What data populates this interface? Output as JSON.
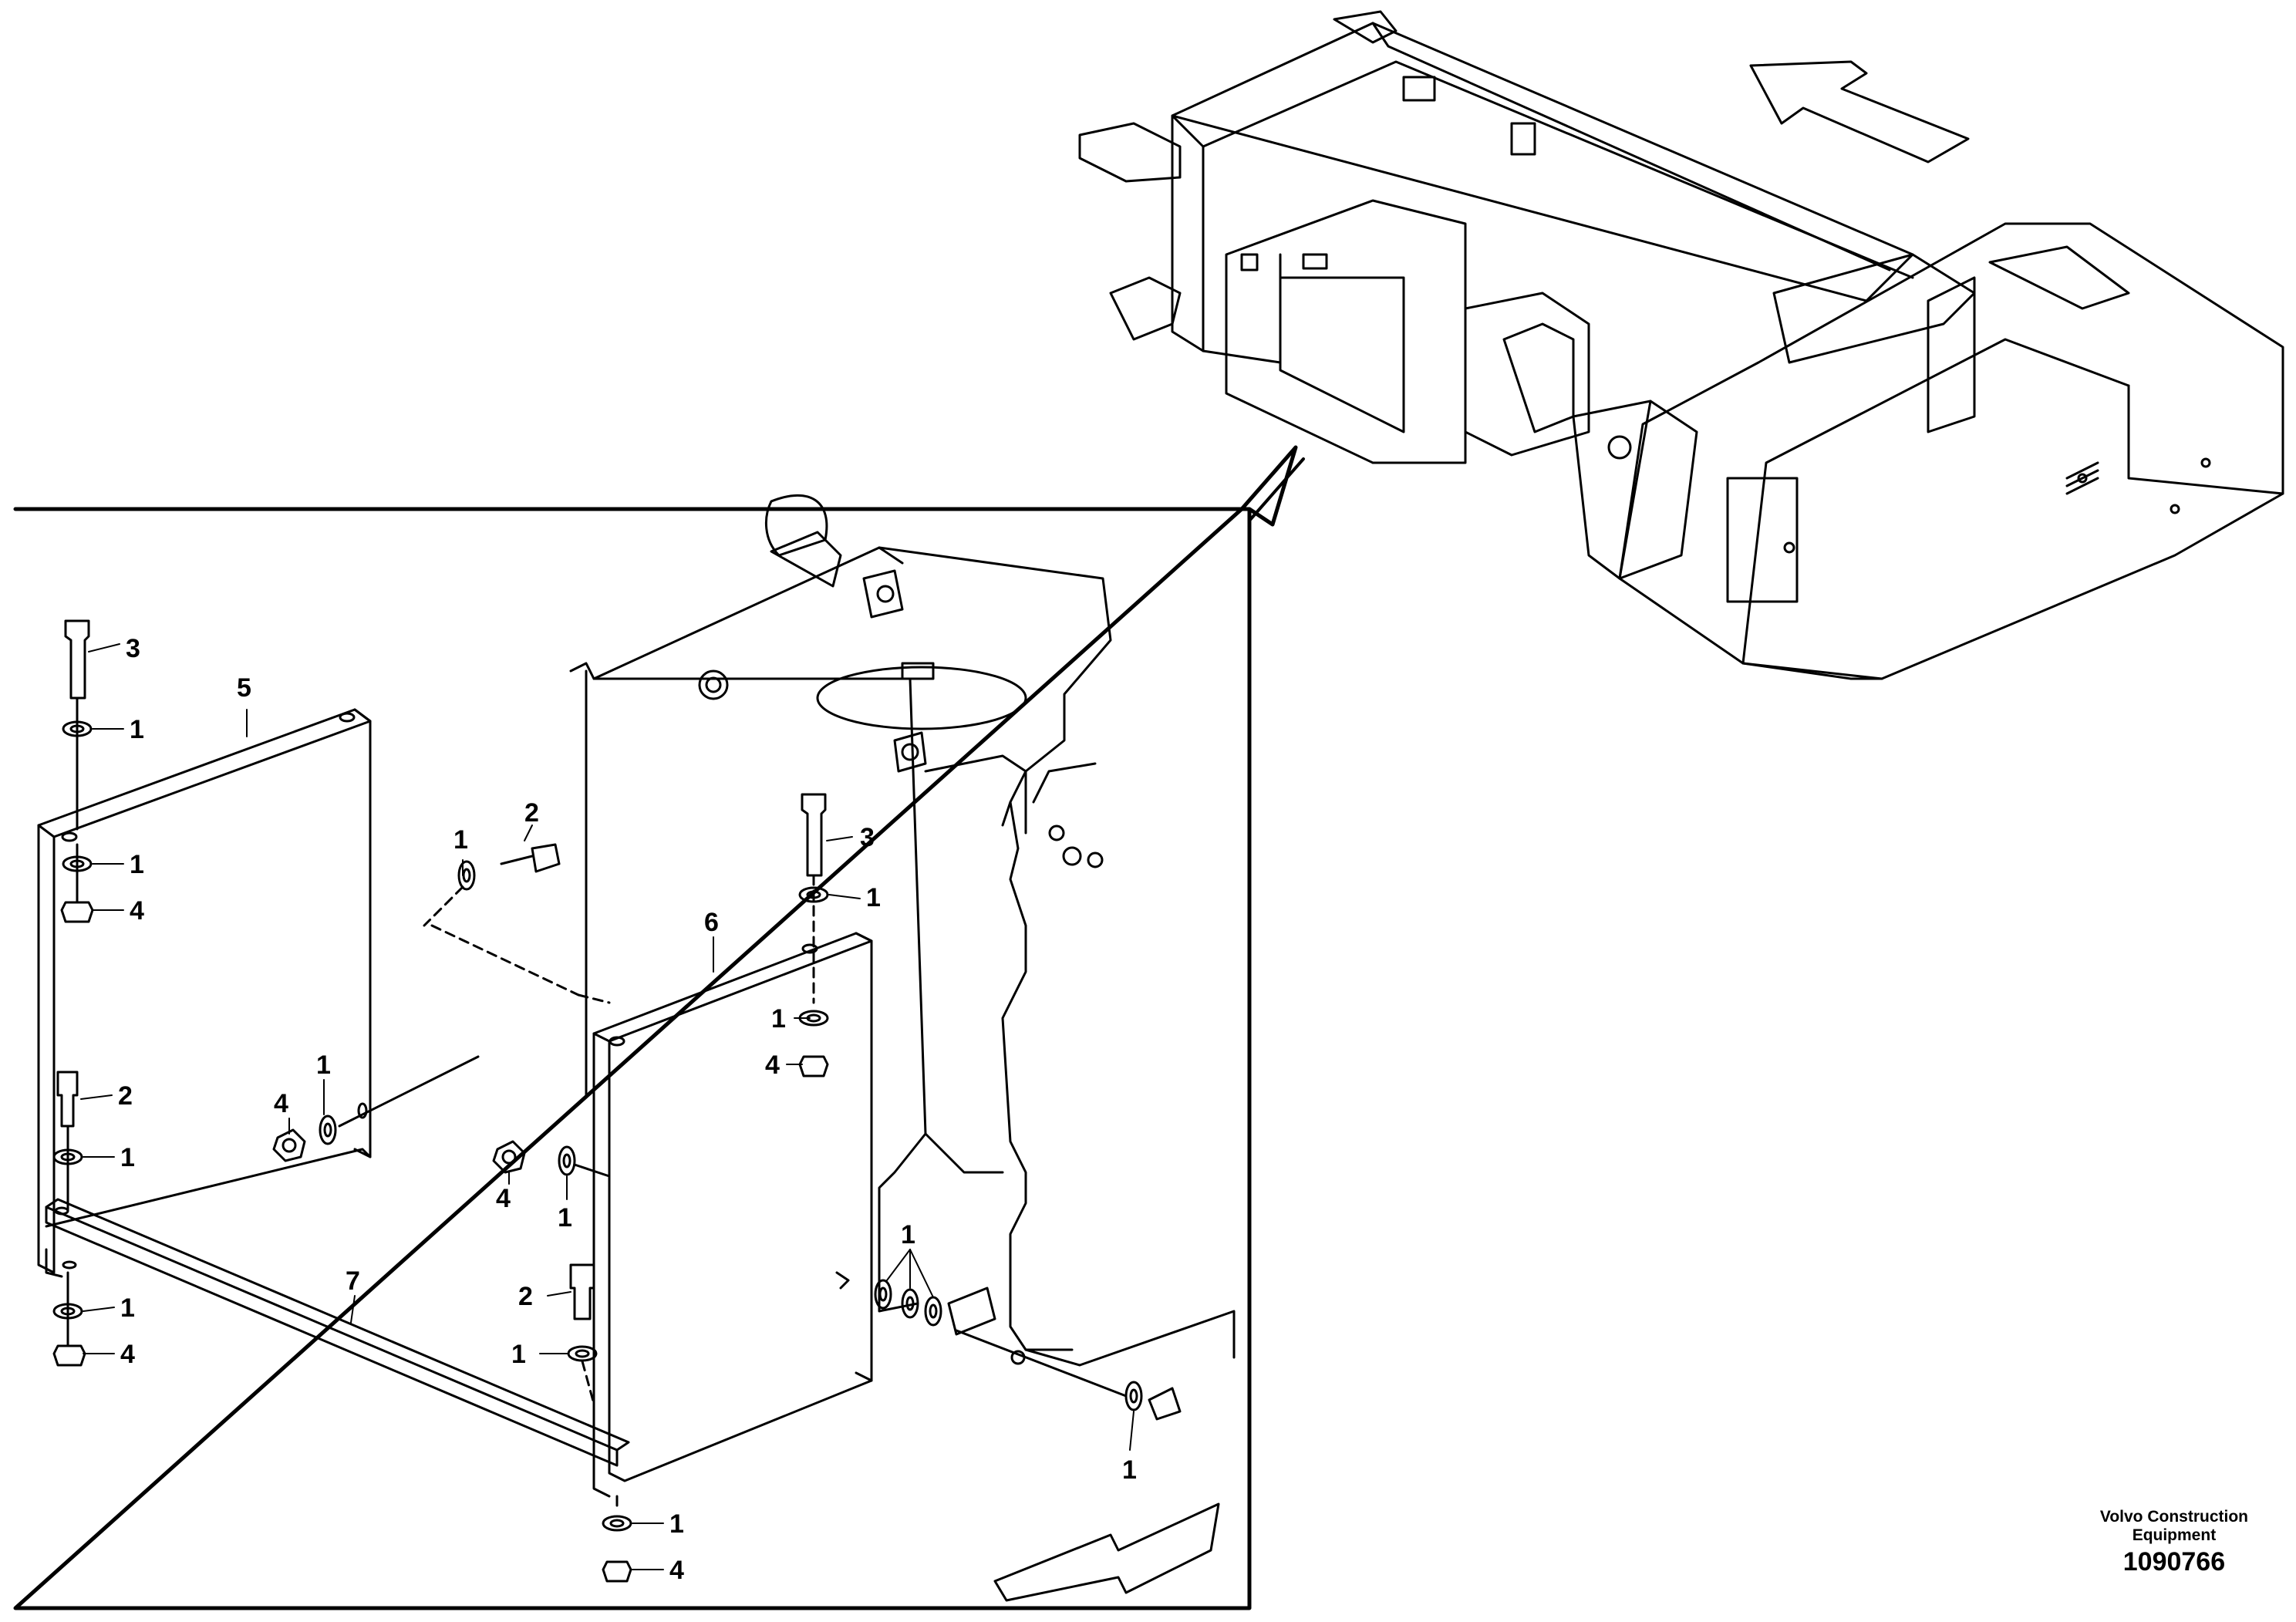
{
  "callouts": [
    {
      "id": "c1",
      "text": "3"
    },
    {
      "id": "c2",
      "text": "5"
    },
    {
      "id": "c3",
      "text": "1"
    },
    {
      "id": "c4",
      "text": "1"
    },
    {
      "id": "c5",
      "text": "4"
    },
    {
      "id": "c6",
      "text": "1"
    },
    {
      "id": "c7",
      "text": "2"
    },
    {
      "id": "c8",
      "text": "3"
    },
    {
      "id": "c9",
      "text": "6"
    },
    {
      "id": "c10",
      "text": "1"
    },
    {
      "id": "c11",
      "text": "1"
    },
    {
      "id": "c12",
      "text": "4"
    },
    {
      "id": "c13",
      "text": "2"
    },
    {
      "id": "c14",
      "text": "1"
    },
    {
      "id": "c15",
      "text": "4"
    },
    {
      "id": "c16",
      "text": "1"
    },
    {
      "id": "c17",
      "text": "4"
    },
    {
      "id": "c18",
      "text": "1"
    },
    {
      "id": "c19",
      "text": "7"
    },
    {
      "id": "c20",
      "text": "1"
    },
    {
      "id": "c21",
      "text": "4"
    },
    {
      "id": "c22",
      "text": "2"
    },
    {
      "id": "c23",
      "text": "1"
    },
    {
      "id": "c24",
      "text": "1"
    },
    {
      "id": "c25",
      "text": "1"
    },
    {
      "id": "c26",
      "text": "1"
    },
    {
      "id": "c27",
      "text": "4"
    }
  ],
  "credit": {
    "company": "Volvo Construction",
    "company2": "Equipment",
    "drawing_number": "1090766"
  }
}
